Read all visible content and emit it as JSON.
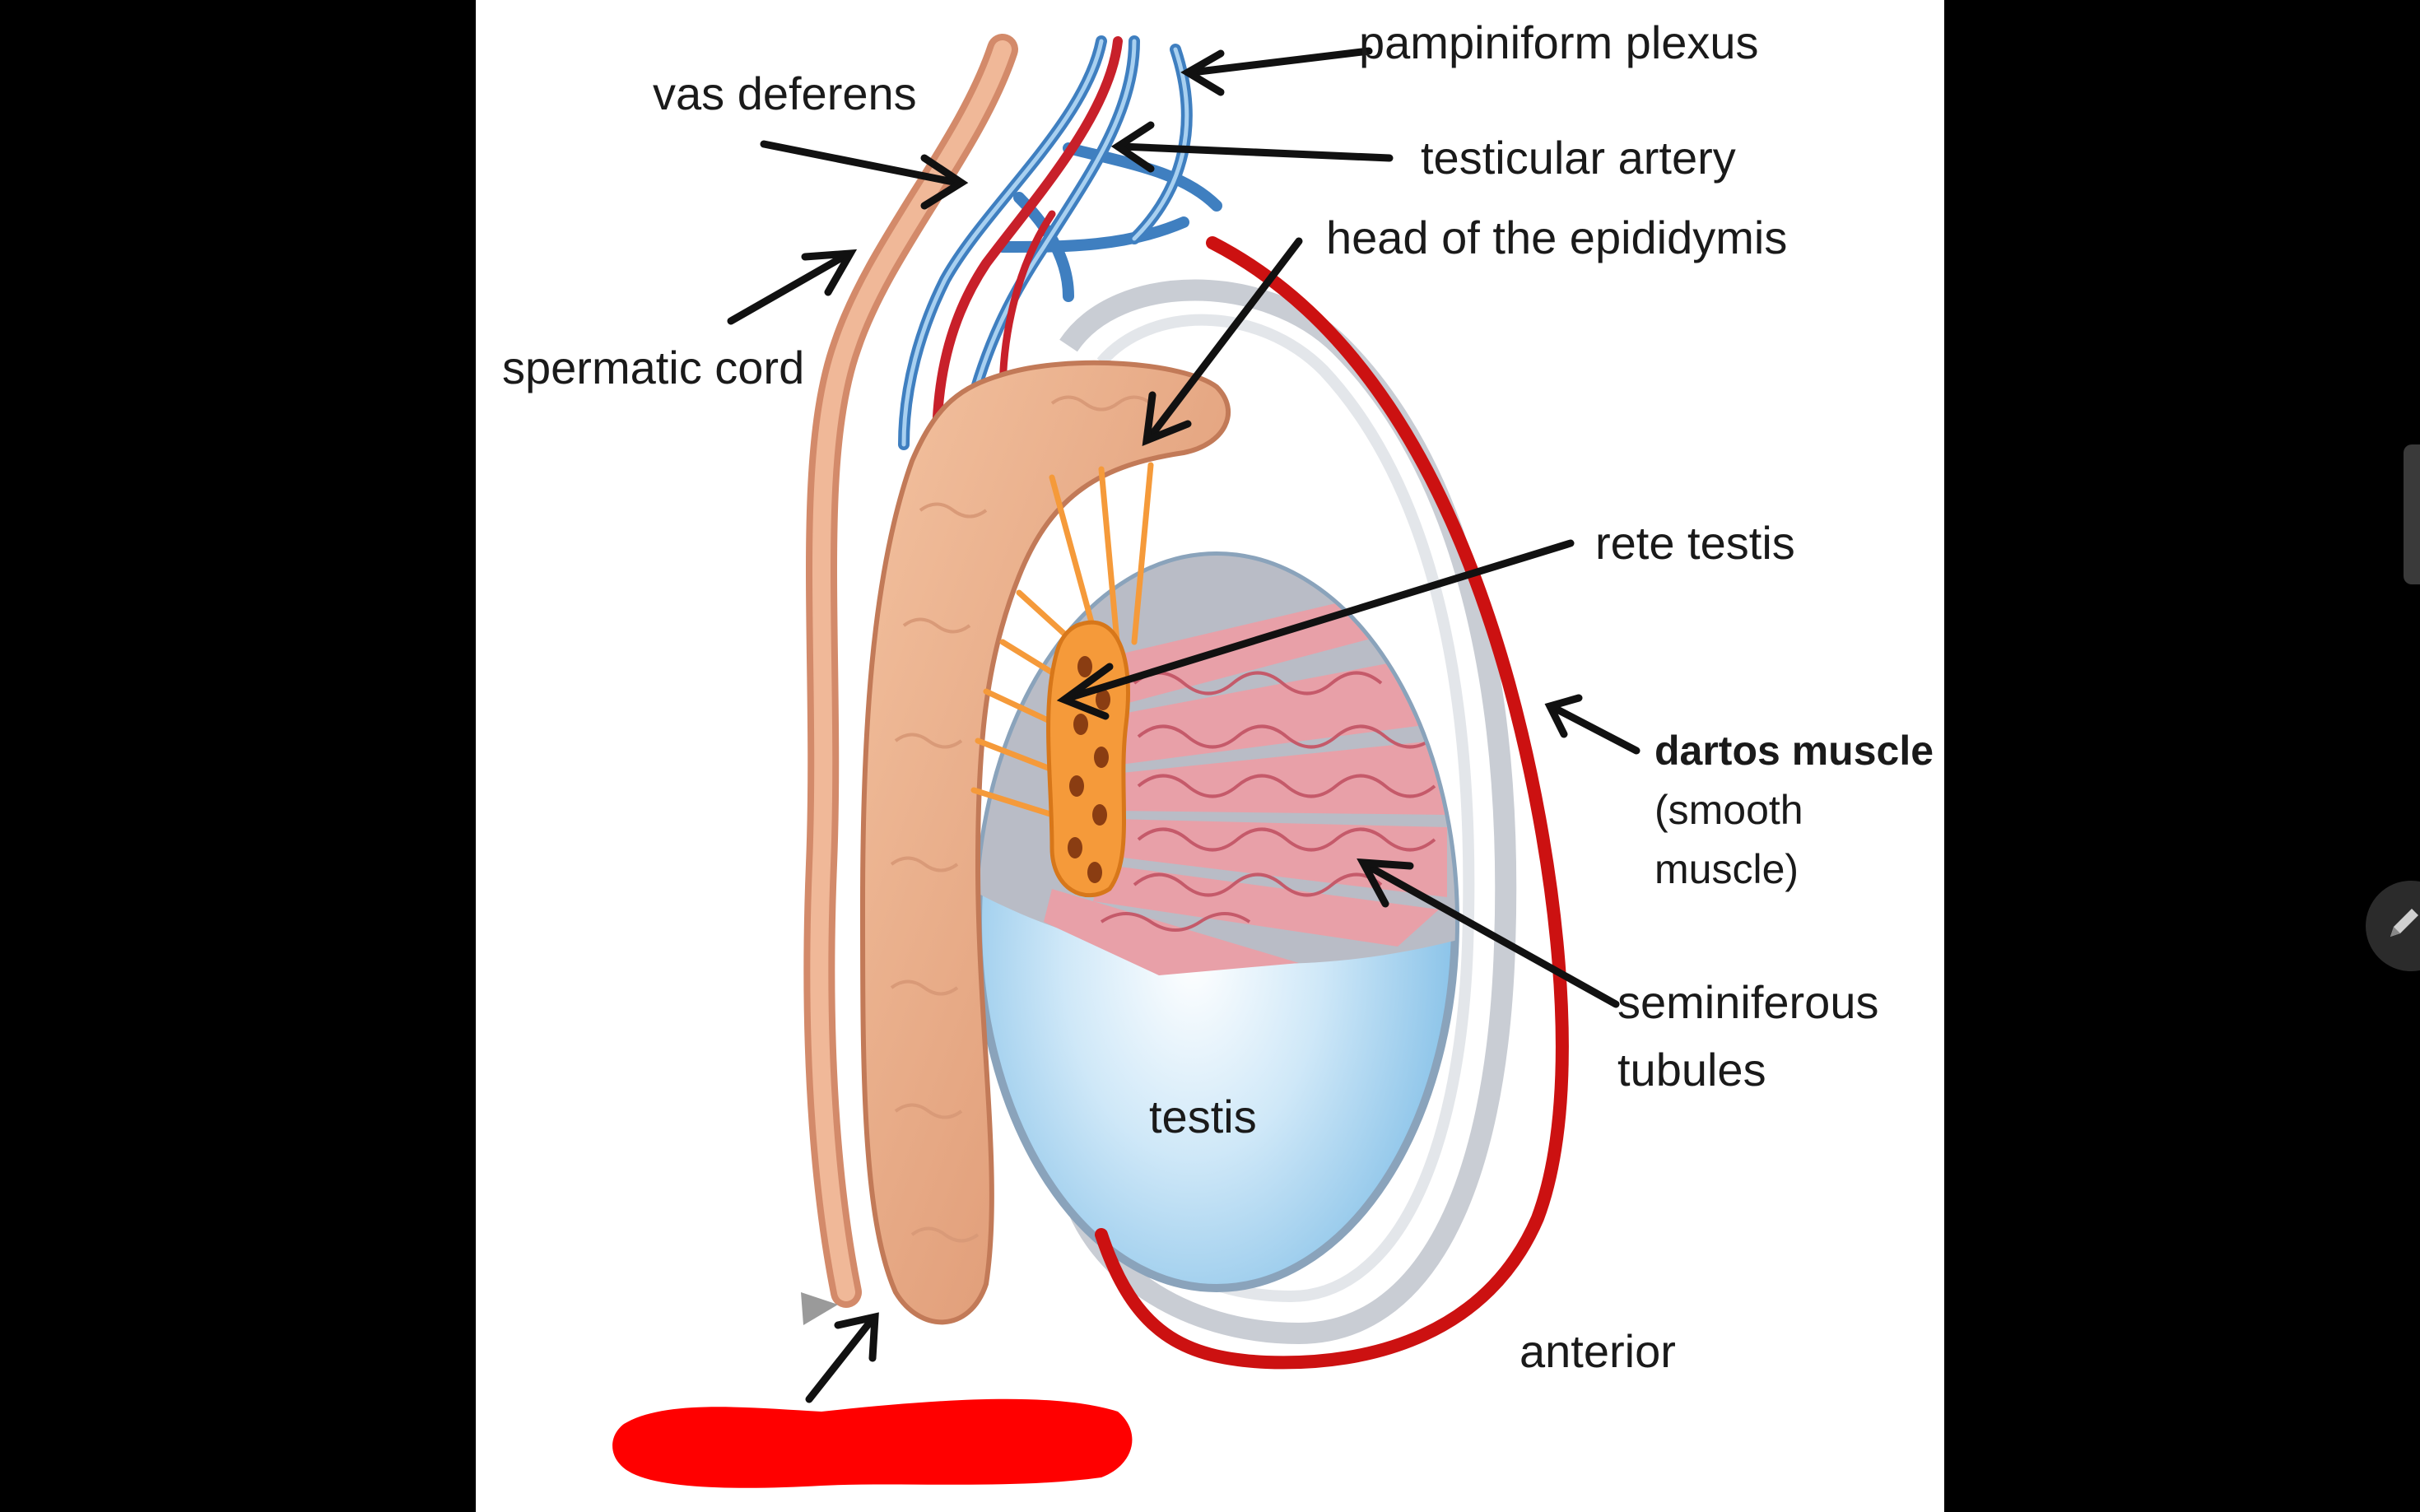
{
  "labels": {
    "pampiniform_plexus": "pampiniform plexus",
    "vas_deferens": "vas deferens",
    "testicular_artery": "testicular artery",
    "head_of_epididymis": "head of the epididymis",
    "spermatic_cord": "spermatic cord",
    "rete_testis": "rete testis",
    "dartos_muscle": "dartos muscle",
    "smooth_muscle_line1": "(smooth",
    "smooth_muscle_line2": "muscle)",
    "seminiferous_line1": "seminiferous",
    "seminiferous_line2": "tubules",
    "testis": "testis",
    "anterior": "anterior"
  },
  "colors": {
    "background": "#000000",
    "panel": "#ffffff",
    "dartos_line": "#cc1111",
    "redaction": "#ff0000",
    "vein": "#3f7fc0",
    "artery": "#c8202a",
    "epididymis": "#eab08c",
    "rete": "#f59a3a",
    "tubules": "#e8a0a8",
    "testis": "#a9d7f2"
  },
  "icons": [
    "pencil-icon"
  ]
}
